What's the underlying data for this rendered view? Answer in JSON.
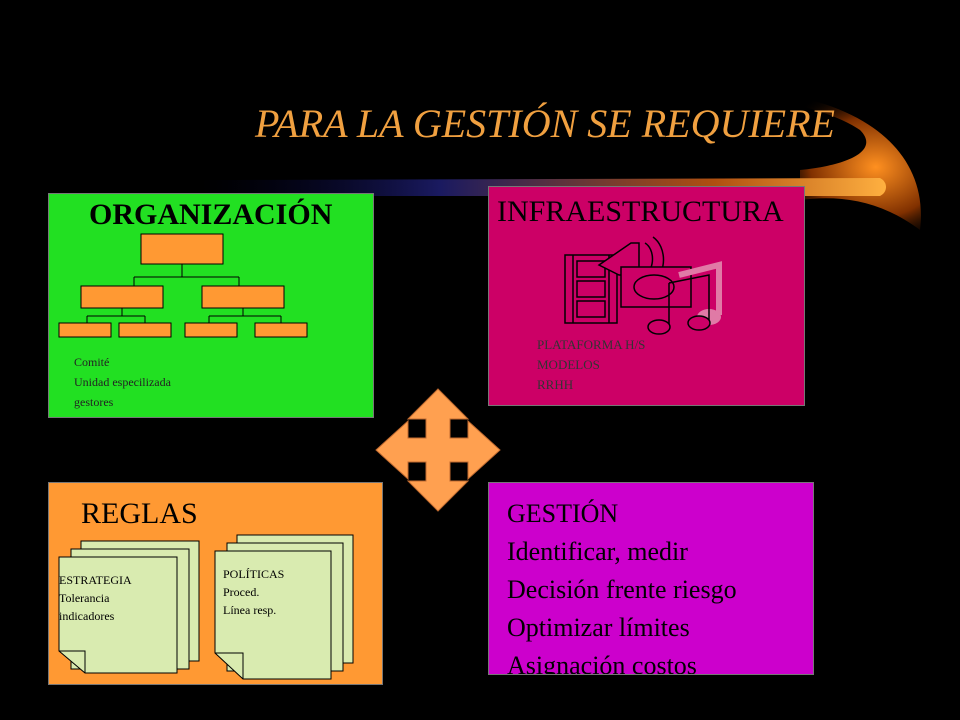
{
  "title": "PARA LA GESTIÓN SE REQUIERE",
  "organizacion": {
    "heading": "ORGANIZACIÓN",
    "items": [
      "Comité",
      "Unidad especilizada",
      "gestores"
    ]
  },
  "infraestructura": {
    "heading": "INFRAESTRUCTURA",
    "items": [
      "PLATAFORMA H/S",
      "MODELOS",
      "RRHH"
    ]
  },
  "reglas": {
    "heading": "REGLAS",
    "doc1": [
      "ESTRATEGIA",
      "Tolerancia",
      "indicadores"
    ],
    "doc2": [
      "POLÍTICAS",
      "Proced.",
      "Línea resp."
    ]
  },
  "gestion": {
    "lines": [
      "GESTIÓN",
      "Identificar, medir",
      "Decisión frente riesgo",
      "Optimizar límites",
      "Asignación  costos"
    ]
  },
  "colors": {
    "background": "#000000",
    "title": "#f0a040",
    "organizacion": "#22e022",
    "infraestructura": "#cc0066",
    "reglas": "#ff9933",
    "gestion": "#cc00cc",
    "arrow": "#ffa050"
  }
}
